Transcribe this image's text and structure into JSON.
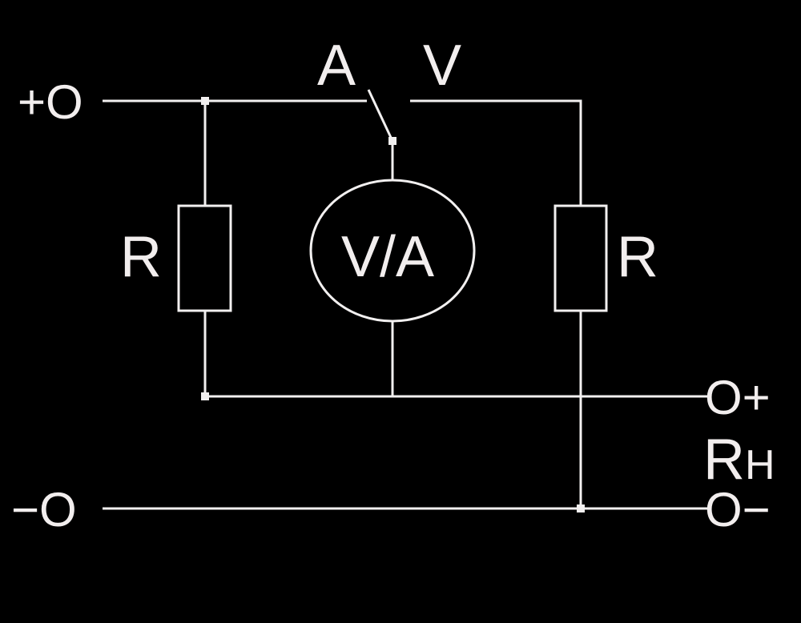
{
  "diagram": {
    "switch": {
      "label_a": "A",
      "label_v": "V"
    },
    "meter_label": "V/A",
    "resistor_left_label": "R",
    "resistor_right_label": "R",
    "input_plus": "+O",
    "input_minus": "−O",
    "output_plus": "O+",
    "output_minus": "O−",
    "output_label_main": "R",
    "output_label_sub": "H"
  }
}
